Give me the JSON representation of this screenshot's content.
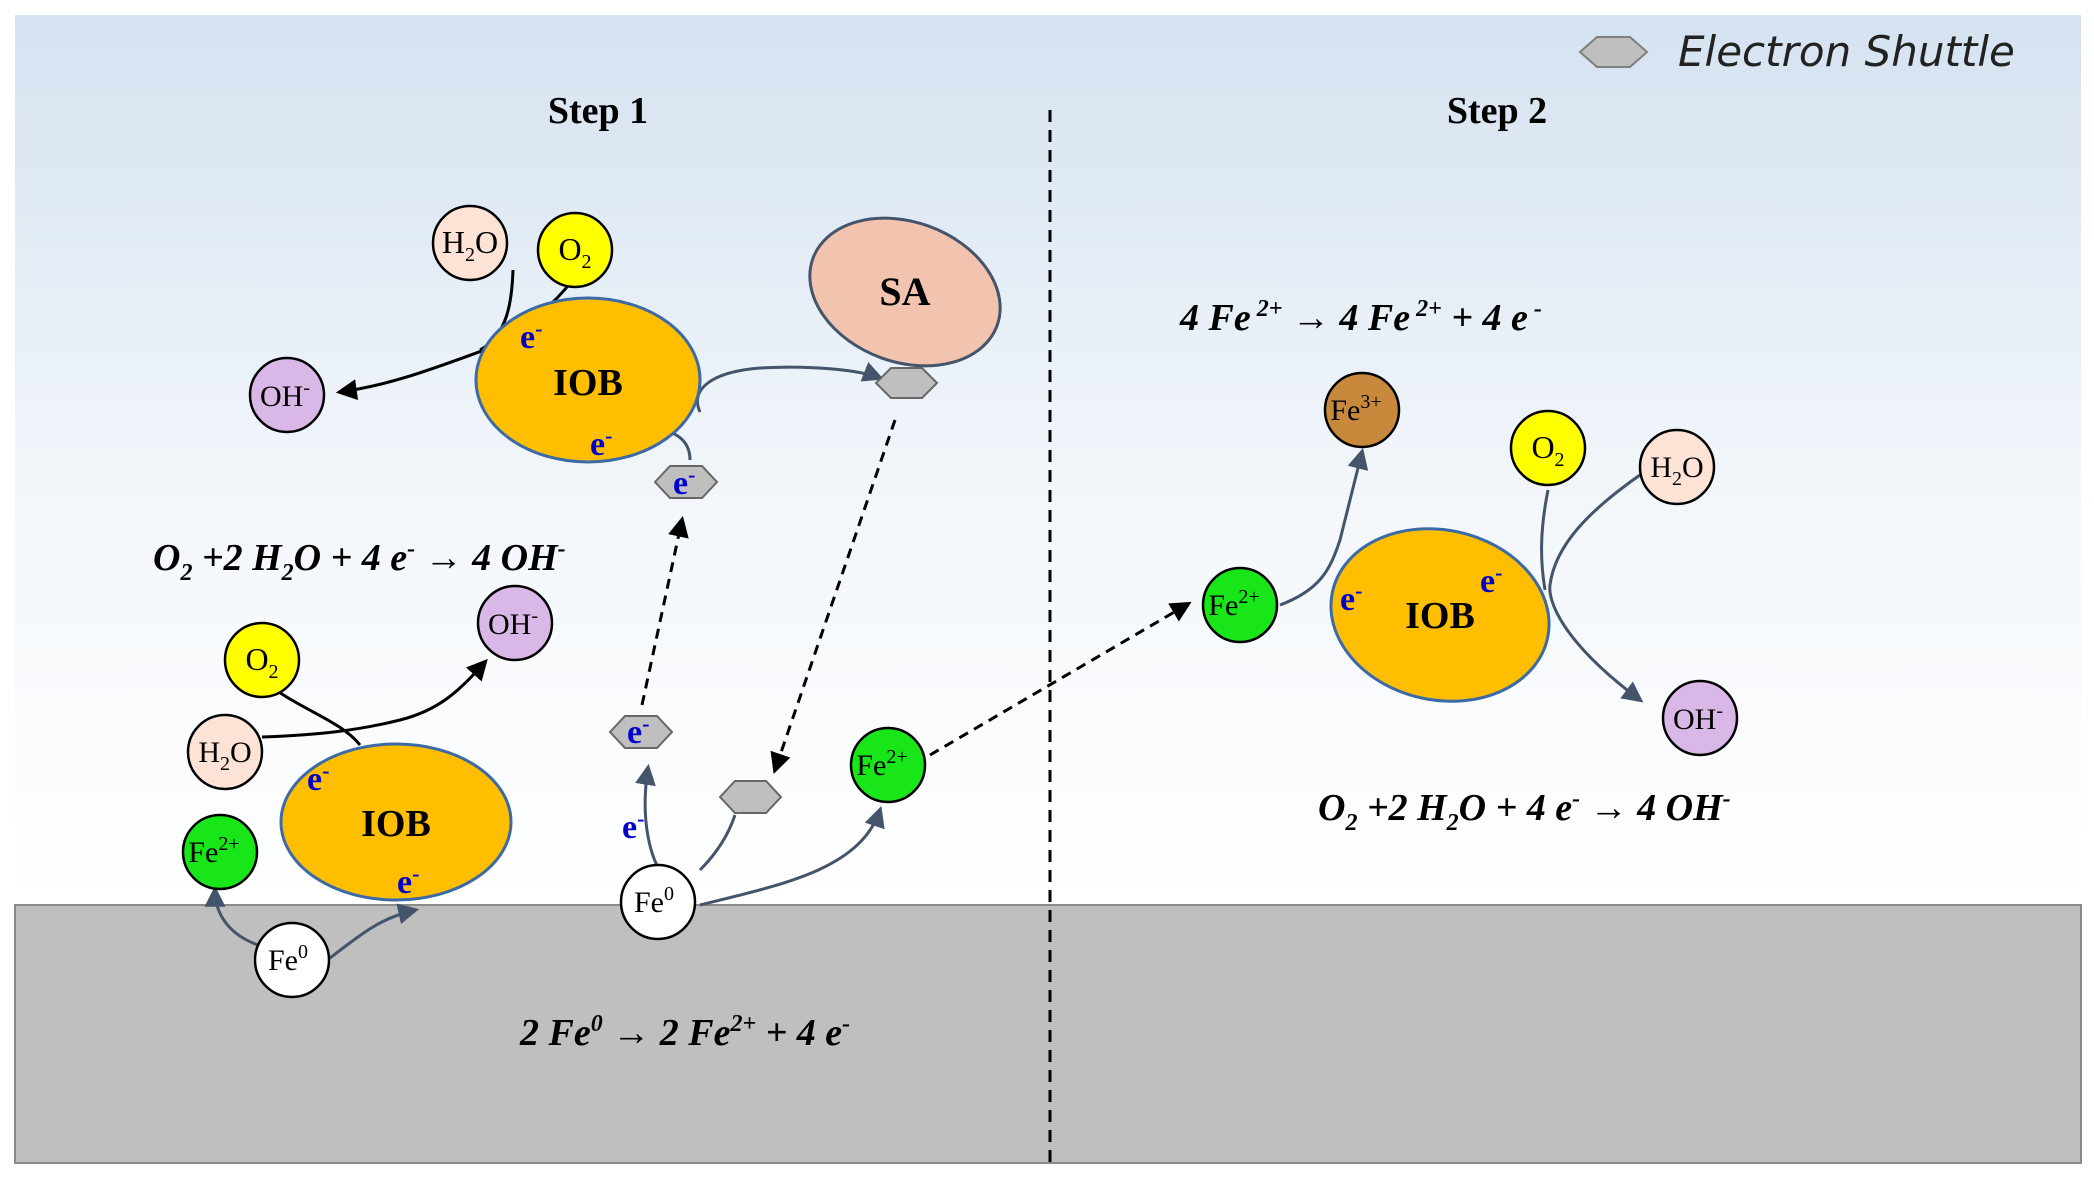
{
  "legend": {
    "label": "Electron Shuttle",
    "icon": "hexagon-icon"
  },
  "steps": {
    "step1": "Step 1",
    "step2": "Step 2"
  },
  "cells": {
    "iob": "IOB",
    "sa": "SA"
  },
  "species": {
    "h2o_H": "H",
    "h2o_sub": "2",
    "h2o_O": "O",
    "o2_O": "O",
    "o2_sub": "2",
    "oh_OH": "OH",
    "oh_sup": "-",
    "fe2_Fe": "Fe",
    "fe2_sup": "2+",
    "fe3_Fe": "Fe",
    "fe3_sup": "3+",
    "fe0_Fe": "Fe",
    "fe0_sup": "0",
    "electron": "e",
    "electron_sup": "-"
  },
  "equations": {
    "fe_oxidation": {
      "a": "2 Fe",
      "a_sup": "0",
      "arrow": " → 2 Fe",
      "b_sup": "2+",
      "c": " + 4 e",
      "c_sup": "-"
    },
    "oxygen_reduction": {
      "a": "O",
      "a_sub": "2",
      "b": " +2 H",
      "b_sub": "2",
      "c": "O + 4 e",
      "c_sup": "-",
      "d": " → 4 OH",
      "d_sup": "-"
    },
    "fe_step2": {
      "a": "4 Fe",
      "a_sup": " 2+",
      "arrow": " → 4 Fe",
      "b_sup": " 2+",
      "c": " + 4 e",
      "c_sup": " -"
    }
  },
  "colors": {
    "iob": "#FFBF00",
    "sa": "#F2C3AE",
    "h2o": "#FCE3D6",
    "o2": "#FFFF00",
    "oh": "#D9B8E8",
    "fe2": "#19E619",
    "fe3": "#C8893C",
    "fe0": "#FFFFFF",
    "shuttle": "#BFBFBF",
    "ground": "#BFBFBF",
    "electron": "#0000CC",
    "arrow": "#44546A"
  }
}
